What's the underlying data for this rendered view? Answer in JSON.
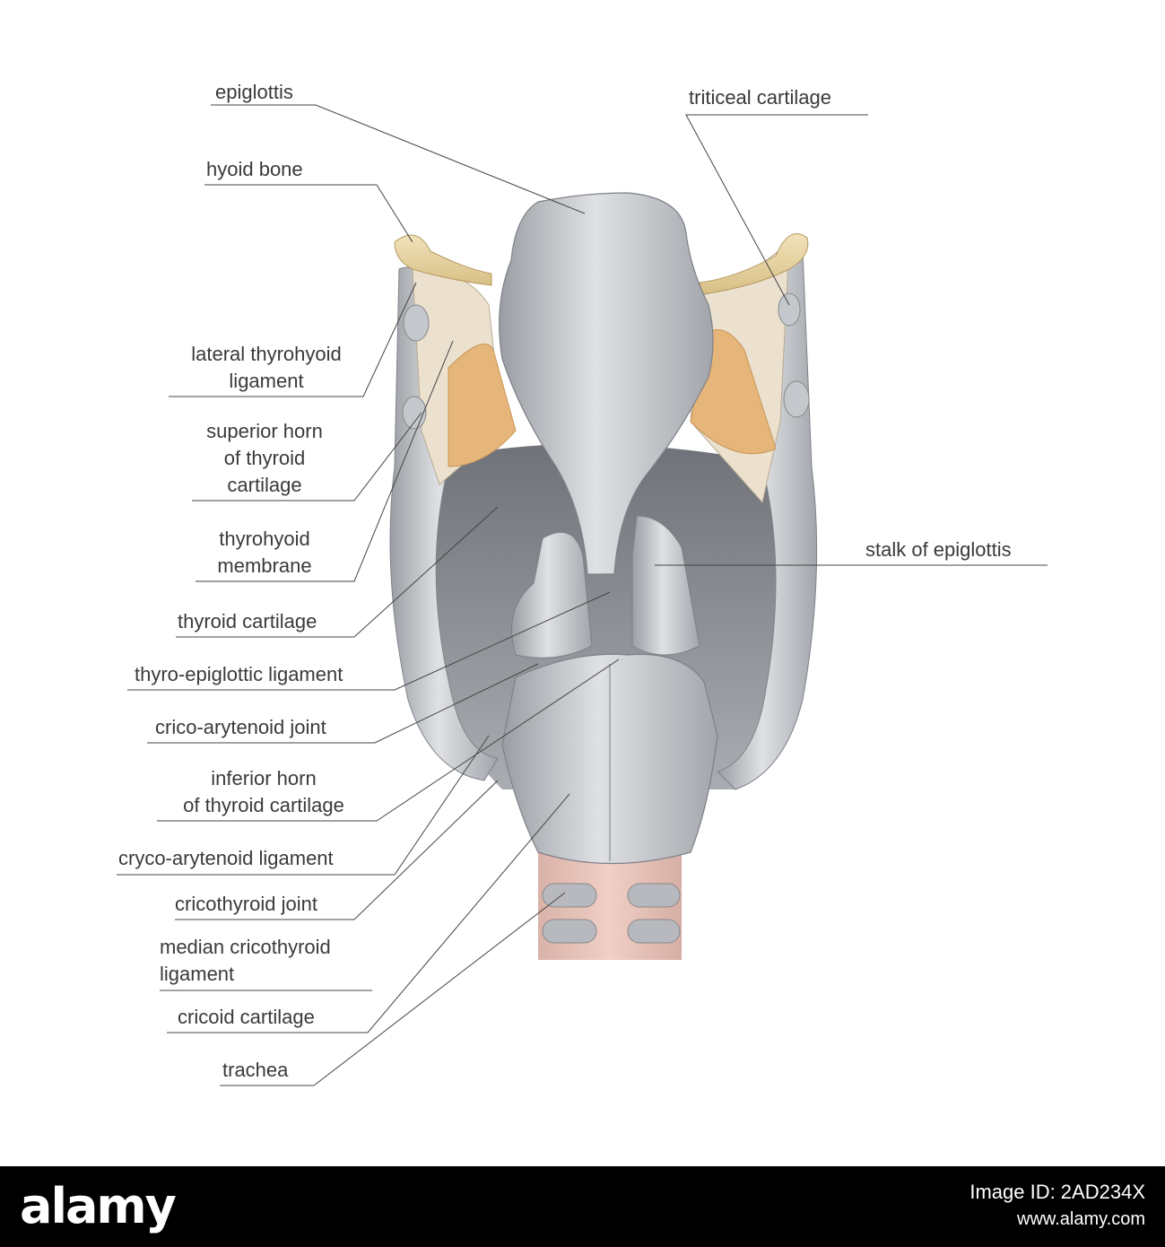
{
  "labels": {
    "epiglottis": "epiglottis",
    "hyoid_bone": "hyoid bone",
    "lateral_thyrohyoid_ligament": [
      "lateral thyrohyoid",
      "ligament"
    ],
    "superior_horn": [
      "superior horn",
      "of thyroid",
      "cartilage"
    ],
    "thyrohyoid_membrane": [
      "thyrohyoid",
      "membrane"
    ],
    "thyroid_cartilage": "thyroid cartilage",
    "thyro_epiglottic_ligament": "thyro-epiglottic ligament",
    "crico_arytenoid_joint": "crico-arytenoid joint",
    "inferior_horn": [
      "inferior horn",
      "of thyroid cartilage"
    ],
    "cryco_arytenoid_ligament": "cryco-arytenoid ligament",
    "cricothyroid_joint": "cricothyroid joint",
    "median_cricothyroid_ligament": [
      "median cricothyroid",
      "ligament"
    ],
    "cricoid_cartilage": "cricoid cartilage",
    "trachea": "trachea",
    "triticeal_cartilage": "triticeal cartilage",
    "stalk_of_epiglottis": "stalk of epiglottis"
  },
  "footer": {
    "logo": "alamy",
    "image_id_line1": "Image ID: 2AD234X",
    "image_id_line2": "www.alamy.com"
  },
  "colors": {
    "cartilage": "#c9ccd1",
    "cartilage_shadow": "#8d9096",
    "hyoid": "#e7d3a3",
    "fat_pad": "#e9b877",
    "trachea": "#e3b8ad",
    "leader_line": "#444444"
  }
}
